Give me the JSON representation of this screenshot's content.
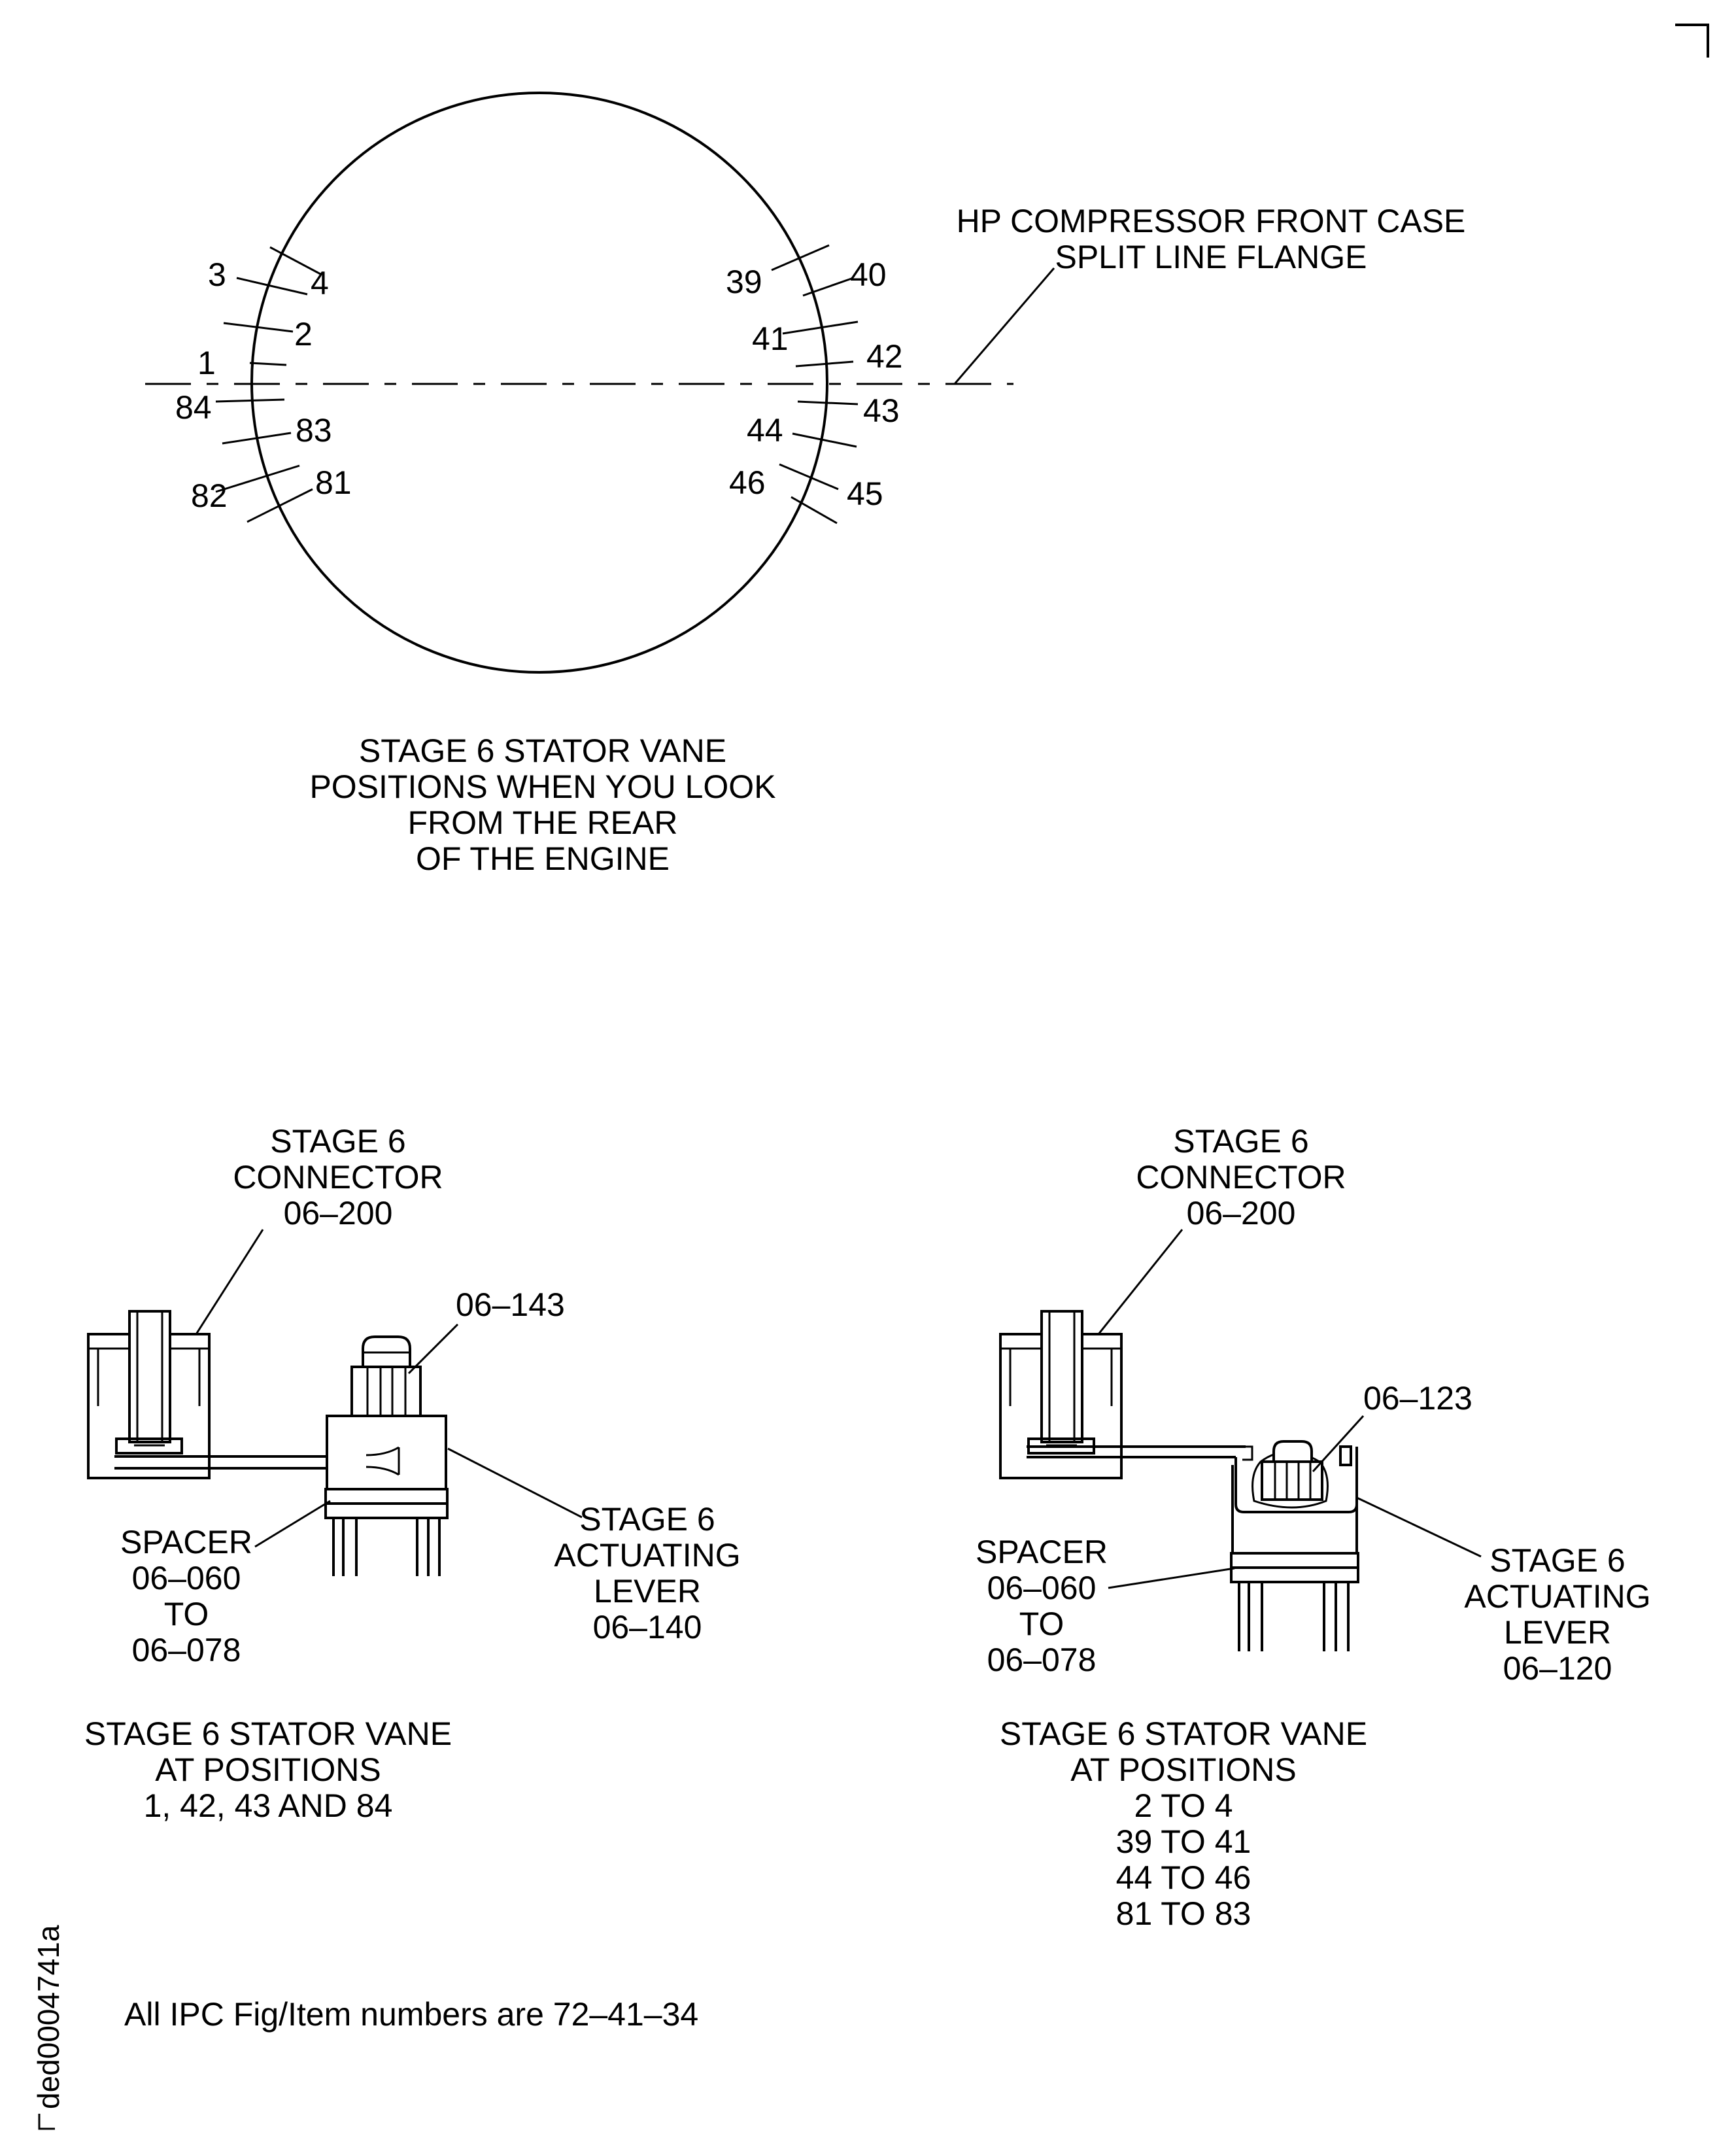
{
  "diagram": {
    "circle_caption": [
      "STAGE 6 STATOR VANE",
      "POSITIONS WHEN YOU LOOK",
      "FROM THE REAR",
      "OF THE ENGINE"
    ],
    "flange_label": [
      "HP COMPRESSOR FRONT CASE",
      "SPLIT LINE FLANGE"
    ],
    "vane_numbers": {
      "v1": "1",
      "v2": "2",
      "v3": "3",
      "v4": "4",
      "v39": "39",
      "v40": "40",
      "v41": "41",
      "v42": "42",
      "v43": "43",
      "v44": "44",
      "v45": "45",
      "v46": "46",
      "v81": "81",
      "v82": "82",
      "v83": "83",
      "v84": "84"
    }
  },
  "left_view": {
    "connector_label": [
      "STAGE 6",
      "CONNECTOR",
      "06–200"
    ],
    "nut_label": "06–143",
    "spacer_label": [
      "SPACER",
      "06–060",
      "TO",
      "06–078"
    ],
    "lever_label": [
      "STAGE 6",
      "ACTUATING",
      "LEVER",
      "06–140"
    ],
    "caption": [
      "STAGE 6 STATOR VANE",
      "AT POSITIONS",
      "1, 42, 43 AND 84"
    ]
  },
  "right_view": {
    "connector_label": [
      "STAGE 6",
      "CONNECTOR",
      "06–200"
    ],
    "nut_label": "06–123",
    "spacer_label": [
      "SPACER",
      "06–060",
      "TO",
      "06–078"
    ],
    "lever_label": [
      "STAGE 6",
      "ACTUATING",
      "LEVER",
      "06–120"
    ],
    "caption": [
      "STAGE 6 STATOR VANE",
      "AT POSITIONS",
      "2 TO 4",
      "39 TO 41",
      "44 TO 46",
      "81 TO 83"
    ]
  },
  "footer": {
    "note": "All IPC Fig/Item numbers are 72–41–34",
    "figure_id": "ded0004741a"
  }
}
